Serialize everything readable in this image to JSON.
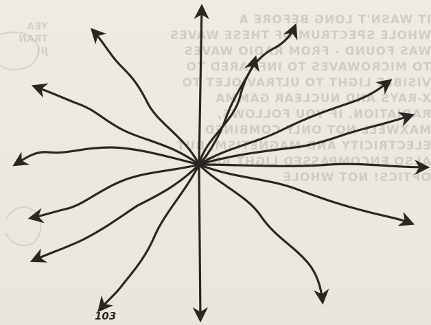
{
  "page_number": "103",
  "bleed_through_text": [
    "IT WASN'T LONG BEFORE A",
    "WHOLE SPECTRUM OF THESE WAVES",
    "WAS FOUND - FROM RADIO WAVES",
    "TO MICROWAVES TO INFRARED TO",
    "VISIBLE LIGHT TO ULTRAVIOLET TO",
    "X-RAYS AND NUCLEAR GAMMA",
    "RADIATION. IF YOU FOLLOWS,",
    "MAXWELL NOT ONLY COMBINED",
    "ELECTRICITY AND MAGNETISM, BUT",
    "ALSO ENCOMPASSED LIGHT AND",
    "OPTICS! NOT WHOLE"
  ],
  "bleed_through_left": [
    "YEA",
    "TRAN",
    "JI!",
    "",
    "",
    "",
    "",
    "",
    "",
    "",
    "",
    "",
    ""
  ],
  "colors": {
    "ink": "#2a2723",
    "paper": "#ece9e1",
    "bleed": "#b9b6ae"
  }
}
